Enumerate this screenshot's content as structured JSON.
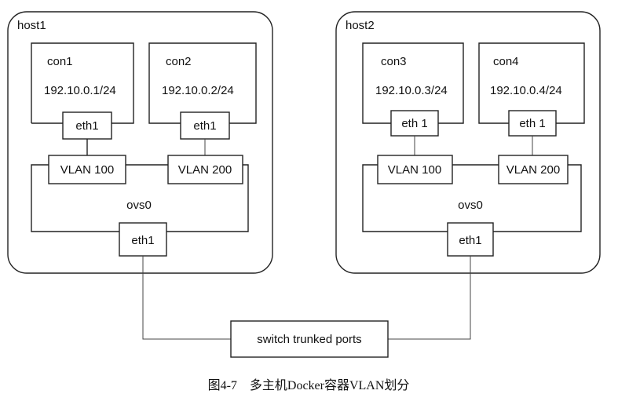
{
  "host1": {
    "label": "host1",
    "con1": {
      "name": "con1",
      "ip": "192.10.0.1/24",
      "eth": "eth1"
    },
    "con2": {
      "name": "con2",
      "ip": "192.10.0.2/24",
      "eth": "eth1"
    },
    "vlan_a": "VLAN 100",
    "vlan_b": "VLAN 200",
    "switch": "ovs0",
    "eth": "eth1"
  },
  "host2": {
    "label": "host2",
    "con3": {
      "name": "con3",
      "ip": "192.10.0.3/24",
      "eth": "eth 1"
    },
    "con4": {
      "name": "con4",
      "ip": "192.10.0.4/24",
      "eth": "eth 1"
    },
    "vlan_a": "VLAN 100",
    "vlan_b": "VLAN 200",
    "switch": "ovs0",
    "eth": "eth1"
  },
  "trunk": {
    "label": "switch trunked ports"
  },
  "caption": "图4-7　多主机Docker容器VLAN划分"
}
